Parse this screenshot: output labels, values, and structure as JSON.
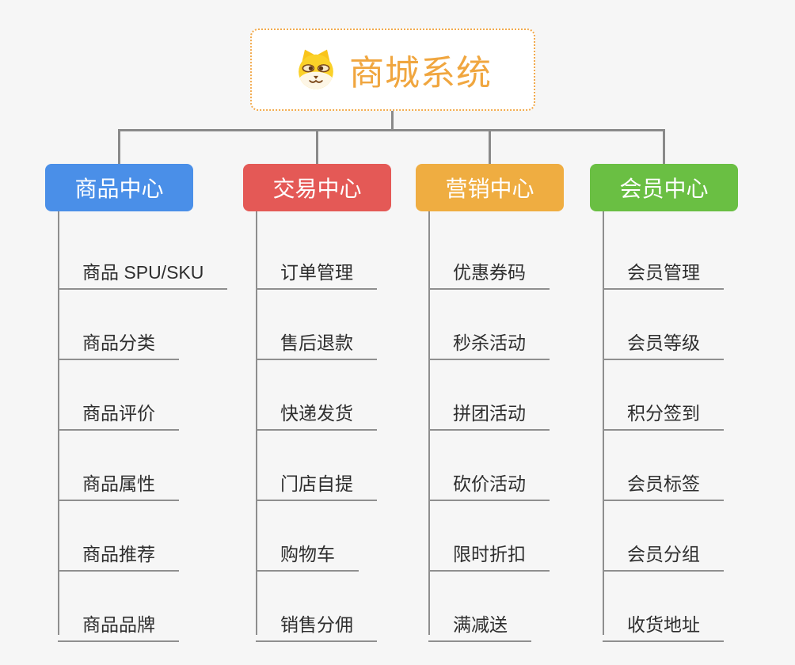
{
  "root": {
    "title": "商城系统",
    "icon": "dog-face-icon"
  },
  "branches": [
    {
      "label": "商品中心",
      "color": "#4a8fe8",
      "items": [
        "商品 SPU/SKU",
        "商品分类",
        "商品评价",
        "商品属性",
        "商品推荐",
        "商品品牌"
      ]
    },
    {
      "label": "交易中心",
      "color": "#e45956",
      "items": [
        "订单管理",
        "售后退款",
        "快递发货",
        "门店自提",
        "购物车",
        "销售分佣"
      ]
    },
    {
      "label": "营销中心",
      "color": "#efad41",
      "items": [
        "优惠券码",
        "秒杀活动",
        "拼团活动",
        "砍价活动",
        "限时折扣",
        "满减送"
      ]
    },
    {
      "label": "会员中心",
      "color": "#6abf43",
      "items": [
        "会员管理",
        "会员等级",
        "积分签到",
        "会员标签",
        "会员分组",
        "收货地址"
      ]
    }
  ],
  "colors": {
    "background": "#f6f6f6",
    "connector": "#8a8a8a",
    "underline": "#8f8f8f",
    "root_accent": "#f0a63f",
    "root_border": "#f2aa4d",
    "branch_text": "#ffffff",
    "leaf_text": "#2e2e2e"
  }
}
